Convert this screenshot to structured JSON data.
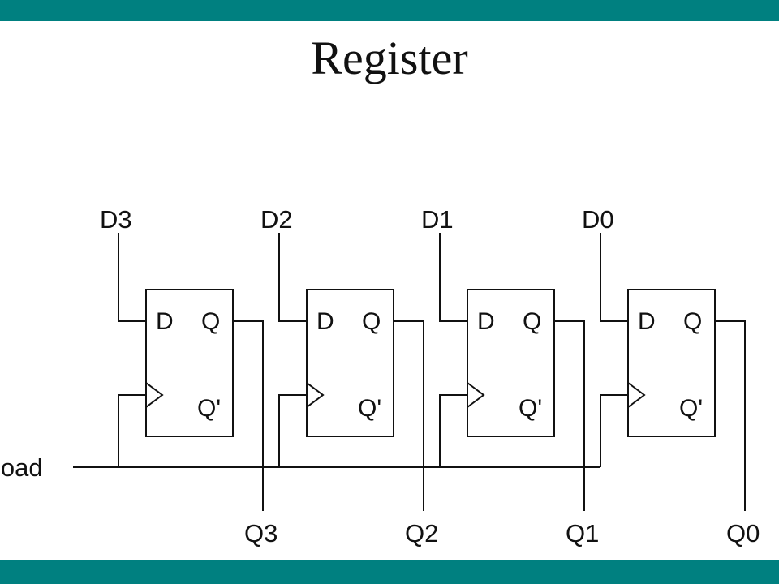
{
  "slide": {
    "title": "Register",
    "accent_color": "#008080"
  },
  "diagram": {
    "clock_label": "load",
    "flipflops": [
      {
        "input": "D3",
        "d_pin": "D",
        "q_pin": "Q",
        "qbar_pin": "Q'",
        "output": "Q3"
      },
      {
        "input": "D2",
        "d_pin": "D",
        "q_pin": "Q",
        "qbar_pin": "Q'",
        "output": "Q2"
      },
      {
        "input": "D1",
        "d_pin": "D",
        "q_pin": "Q",
        "qbar_pin": "Q'",
        "output": "Q1"
      },
      {
        "input": "D0",
        "d_pin": "D",
        "q_pin": "Q",
        "qbar_pin": "Q'",
        "output": "Q0"
      }
    ]
  }
}
